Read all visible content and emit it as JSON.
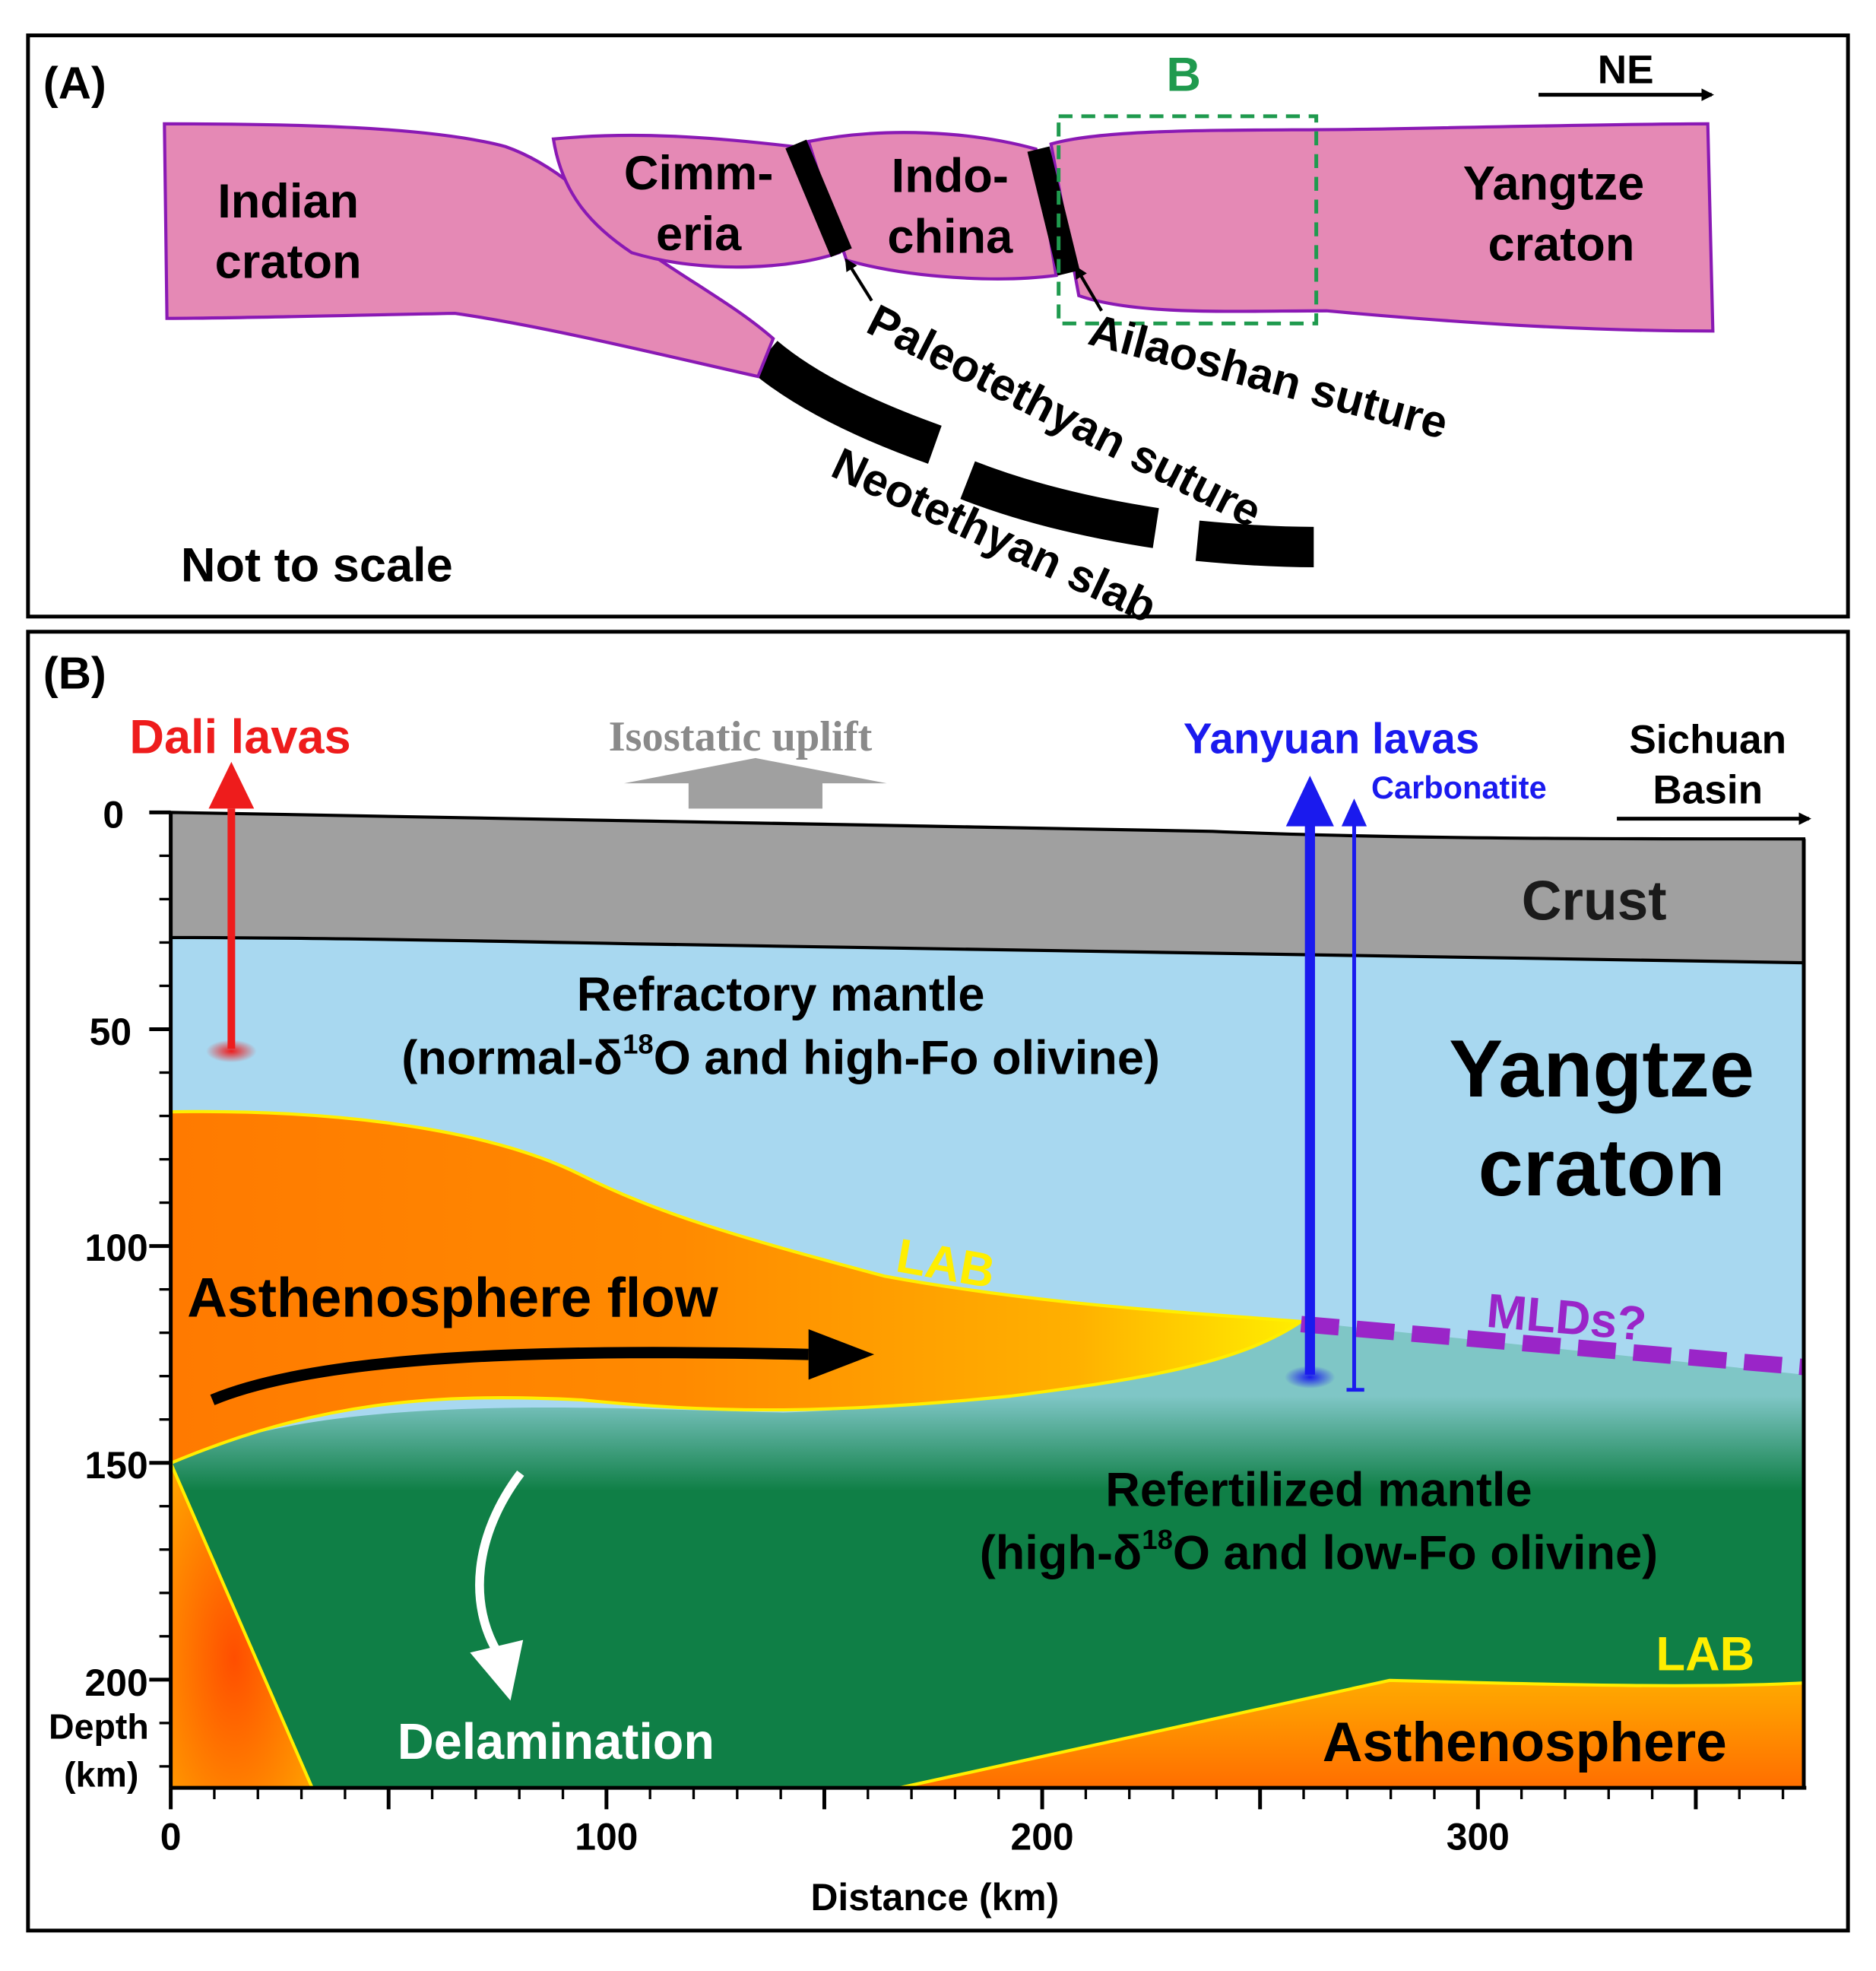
{
  "panel_a": {
    "label": "(A)",
    "b_box_label": "B",
    "direction": "NE",
    "blocks": {
      "indian_line1": "Indian",
      "indian_line2": "craton",
      "cimmeria_line1": "Cimm-",
      "cimmeria_line2": "eria",
      "indochina_line1": "Indo-",
      "indochina_line2": "china",
      "yangtze_line1": "Yangtze",
      "yangtze_line2": "craton"
    },
    "labels": {
      "paleotethyan_suture": "Paleotethyan suture",
      "ailaoshan_suture": "Ailaoshan suture",
      "neotethyan_slab": "Neotethyan slab",
      "scale_note": "Not to scale"
    }
  },
  "panel_b": {
    "label": "(B)",
    "labels": {
      "dali_lavas": "Dali lavas",
      "isostatic_uplift": "Isostatic uplift",
      "yanyuan_lavas": "Yanyuan lavas",
      "carbonatite": "Carbonatite",
      "sichuan_line1": "Sichuan",
      "sichuan_line2": "Basin",
      "crust": "Crust",
      "refractory_line1": "Refractory mantle",
      "refractory_line2_pre": "(normal-δ",
      "refractory_line2_sup": "18",
      "refractory_line2_post": "O and high-Fo olivine)",
      "yangtze_line1": "Yangtze",
      "yangtze_line2": "craton",
      "lab_upper": "LAB",
      "mlds": "MLDs?",
      "asthenosphere_flow": "Asthenosphere flow",
      "refertilized_line1": "Refertilized mantle",
      "refertilized_line2_pre": "(high-δ",
      "refertilized_line2_sup": "18",
      "refertilized_line2_post": "O and low-Fo olivine)",
      "lab_lower": "LAB",
      "delamination": "Delamination",
      "asthenosphere": "Asthenosphere"
    },
    "axes": {
      "y_label_line1": "Depth",
      "y_label_line2": "(km)",
      "y_ticks": [
        "0",
        "50",
        "100",
        "150",
        "200"
      ],
      "x_label": "Distance (km)",
      "x_ticks": [
        "0",
        "100",
        "200",
        "300"
      ]
    }
  },
  "colors": {
    "craton_fill": "#e589b5",
    "craton_stroke": "#8a19b4",
    "box_green": "#1f9a4e",
    "crust_gray": "#a0a0a0",
    "refractory_blue": "#a8d8f0",
    "refertilized_green": "#0f7f46",
    "asthenosphere_orange": "#ff7f00",
    "lab_yellow": "#ffee00",
    "dali_red": "#ee1c1c",
    "yanyuan_blue": "#1a1aee",
    "mlds_purple": "#9a25c8",
    "uplift_gray": "#a0a0a0"
  }
}
